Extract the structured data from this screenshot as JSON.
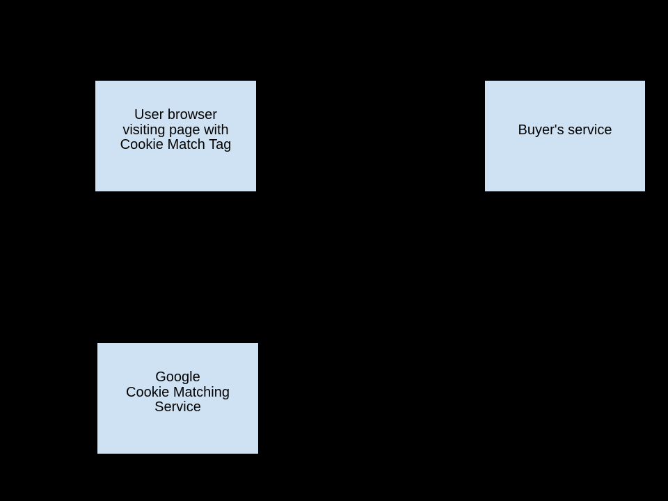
{
  "canvas": {
    "background_color": "#000000",
    "box_fill_color": "#cfe2f3",
    "box_border_color": "#000000",
    "text_color": "#000000"
  },
  "boxes": {
    "user_browser": {
      "label": "User browser\nvisiting page with\nCookie Match Tag"
    },
    "buyers_service": {
      "label": "Buyer's service"
    },
    "google_cookie_matching": {
      "label": "Google\nCookie Matching\nService"
    }
  }
}
